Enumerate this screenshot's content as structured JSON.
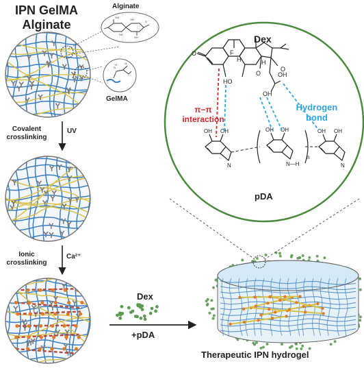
{
  "labels": {
    "title_line1": "IPN GelMA",
    "title_line2": "Alginate",
    "alginate": "Alginate",
    "gelma": "GelMA",
    "covalent_line1": "Covalent",
    "covalent_line2": "crosslinking",
    "uv": "UV",
    "ionic_line1": "Ionic",
    "ionic_line2": "crosslinking",
    "ca": "Ca²⁺",
    "dex_arrow": "Dex",
    "pda_arrow": "+pDA",
    "dex_molecule": "Dex",
    "pi_line1": "π−π",
    "pi_line2": "interaction",
    "hbond_line1": "Hydrogen",
    "hbond_line2": "bond",
    "pda_molecule": "pDA",
    "result": "Therapeutic IPN hydrogel"
  },
  "colors": {
    "gelma_strand": "#3a7fc2",
    "alginate_strand": "#d8c043",
    "methacryl_marker": "#7a7a7a",
    "ca_crosslink": "#e07b28",
    "particle": "#5f9a55",
    "zoom_border": "#4a8a3c",
    "pi_interaction": "#d8262b",
    "hydrogen_bond": "#2ea3de",
    "network_fill": "#e6f1f8"
  }
}
